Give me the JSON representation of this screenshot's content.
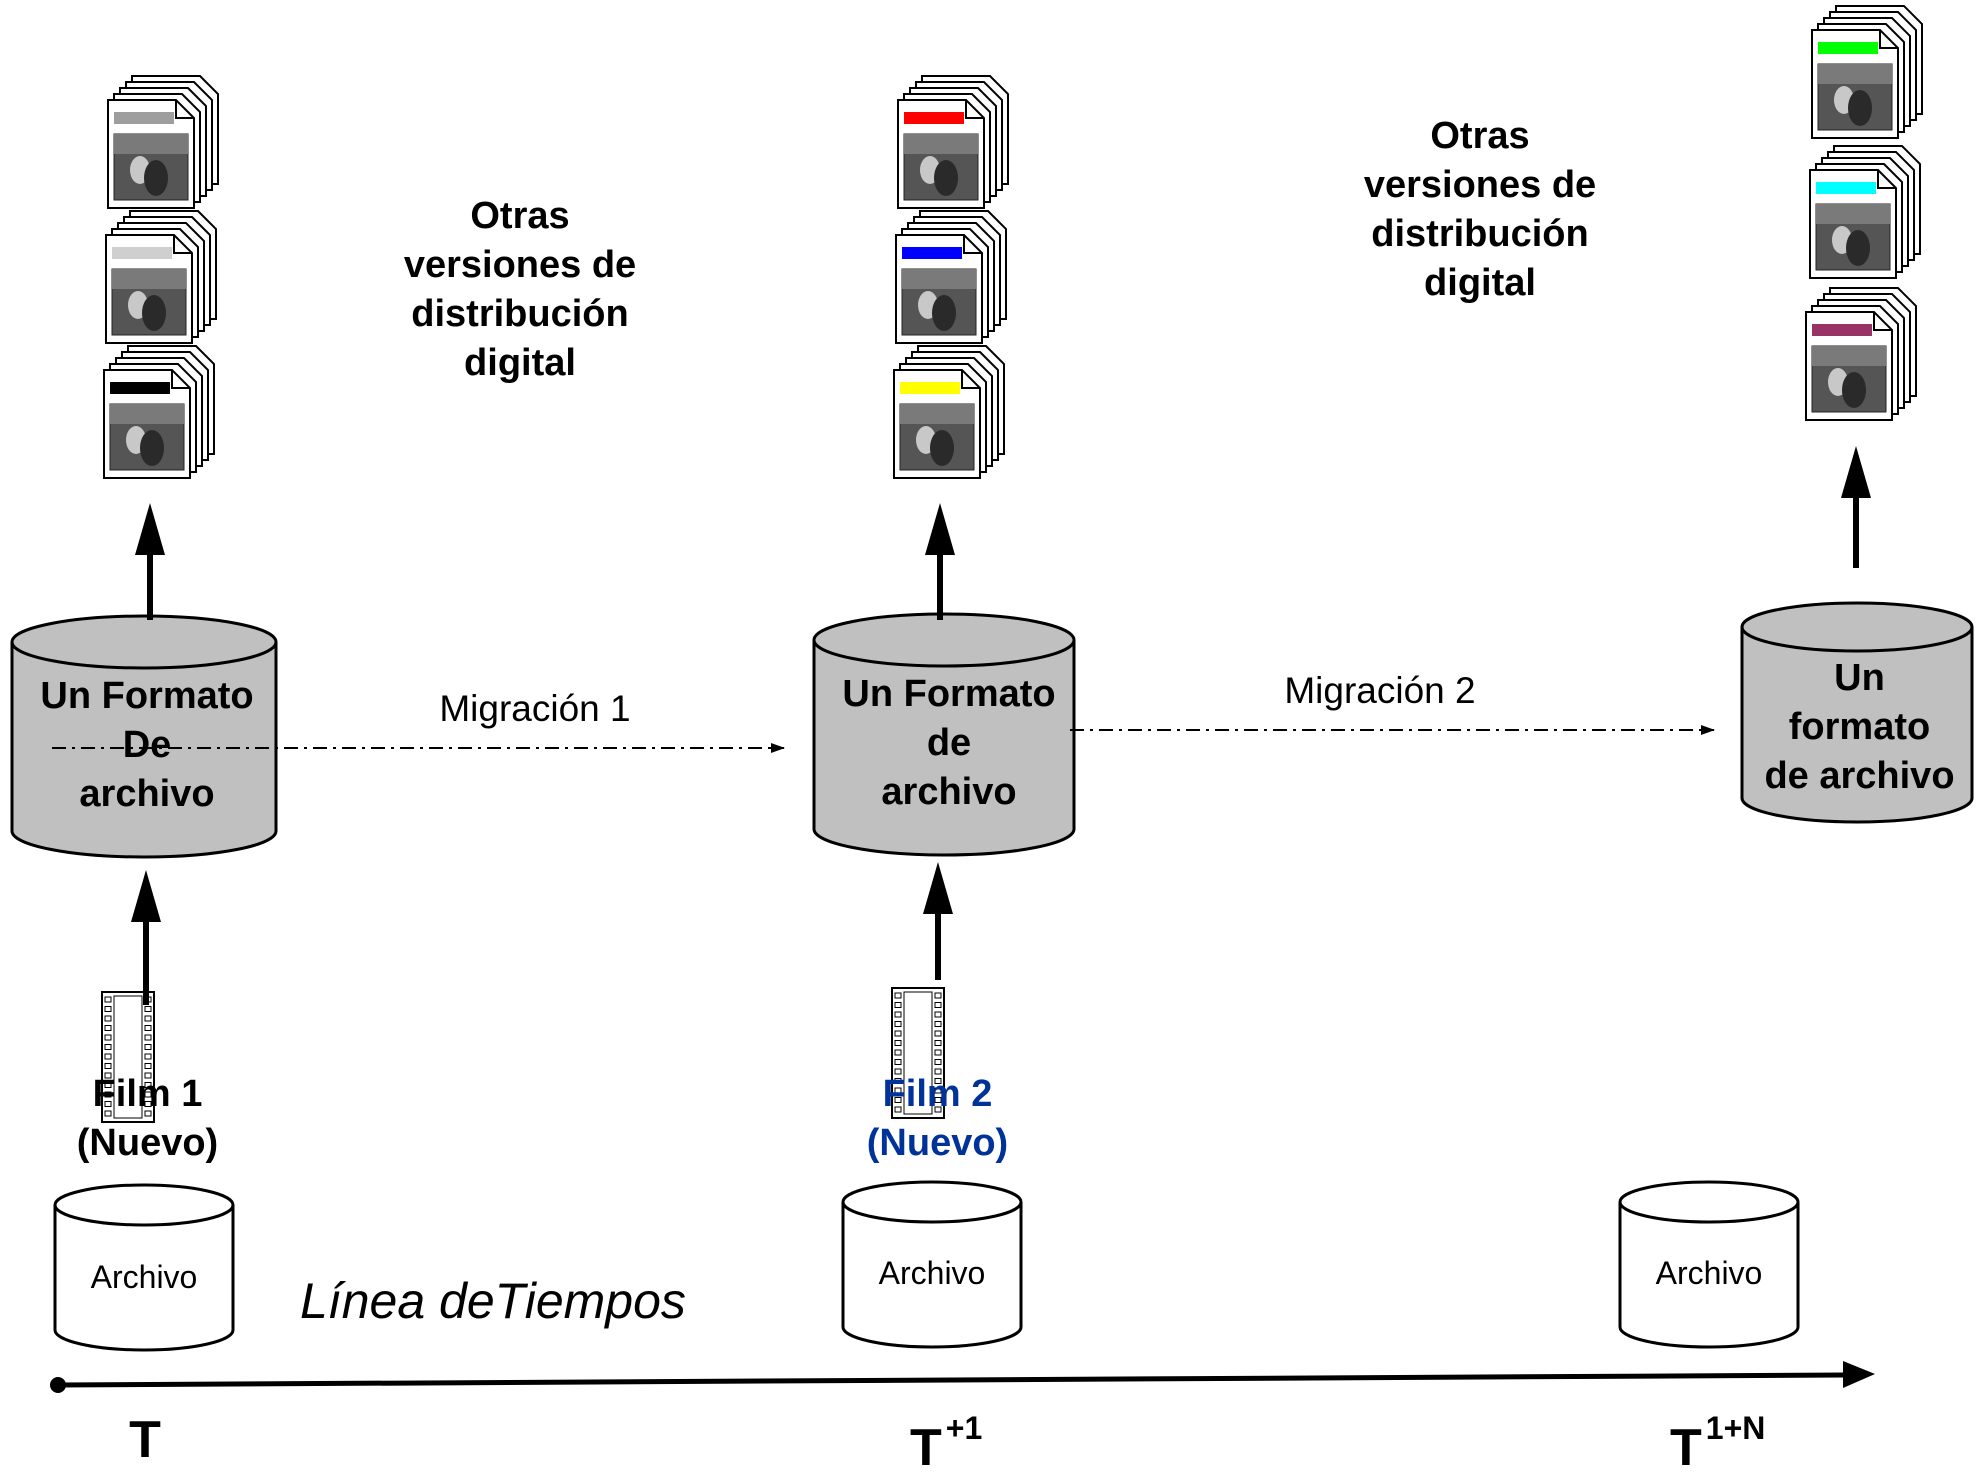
{
  "colors": {
    "db_fill": "#c0c0c0",
    "film2_text": "#003399",
    "bar_col1": [
      "#9e9e9e",
      "#cfcfcf",
      "#000000"
    ],
    "bar_col2": [
      "#ff0000",
      "#0000ff",
      "#ffff00"
    ],
    "bar_col3": [
      "#00ff00",
      "#00ffff",
      "#993366"
    ]
  },
  "labels": {
    "otras1": [
      "Otras",
      "versiones de",
      "distribución",
      "digital"
    ],
    "otras2": [
      "Otras",
      "versiones de",
      "distribución",
      "digital"
    ],
    "db1": [
      "Un Formato",
      "De",
      "archivo"
    ],
    "db2": [
      "Un Formato",
      "de",
      "archivo"
    ],
    "db3": [
      "Un",
      "formato",
      "de archivo"
    ],
    "migracion1": "Migración 1",
    "migracion2": "Migración 2",
    "film1": [
      "Film 1",
      "(Nuevo)"
    ],
    "film2": [
      "Film 2",
      "(Nuevo)"
    ],
    "archivo1": "Archivo",
    "archivo2": "Archivo",
    "archivo3": "Archivo",
    "timeline": "Línea deTiempos",
    "t1_base": "T",
    "t2_base": "T",
    "t2_sup": "+1",
    "t3_base": "T",
    "t3_sup": "1+N"
  },
  "icons": {
    "stack": "document-stack-icon",
    "film": "film-strip-icon",
    "database": "cylinder-database-icon"
  }
}
